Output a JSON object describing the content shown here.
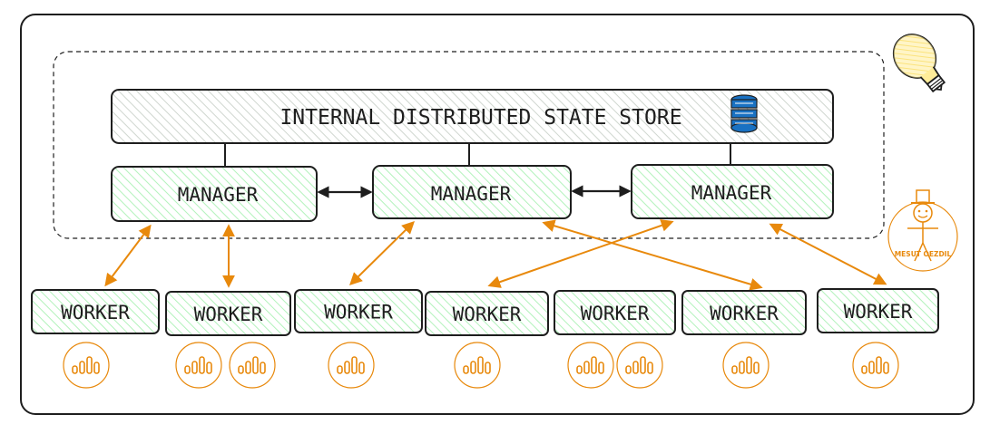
{
  "store": {
    "label": "INTERNAL DISTRIBUTED STATE STORE",
    "icon": "database-icon"
  },
  "managers": [
    {
      "label": "MANAGER"
    },
    {
      "label": "MANAGER"
    },
    {
      "label": "MANAGER"
    }
  ],
  "workers": [
    {
      "label": "WORKER",
      "containers": 1
    },
    {
      "label": "WORKER",
      "containers": 2
    },
    {
      "label": "WORKER",
      "containers": 1
    },
    {
      "label": "WORKER",
      "containers": 1
    },
    {
      "label": "WORKER",
      "containers": 2
    },
    {
      "label": "WORKER",
      "containers": 1
    },
    {
      "label": "WORKER",
      "containers": 1
    }
  ],
  "signature": {
    "text": "MESUT OEZDIL"
  },
  "colors": {
    "border": "#1e1e1e",
    "hatch": "#b2f2bb",
    "store_hatch": "#bfbfbf",
    "arrow": "#e8890c",
    "bulb": "#ffec99",
    "db": "#1971c2"
  }
}
